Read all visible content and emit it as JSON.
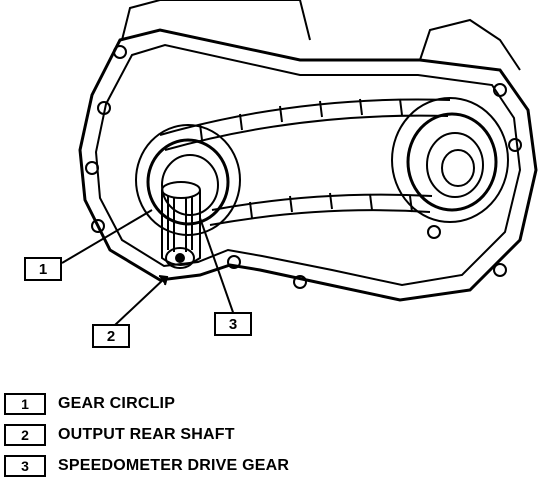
{
  "callouts": [
    {
      "id": "1"
    },
    {
      "id": "2"
    },
    {
      "id": "3"
    }
  ],
  "legend": [
    {
      "num": "1",
      "label": "GEAR CIRCLIP"
    },
    {
      "num": "2",
      "label": "OUTPUT REAR SHAFT"
    },
    {
      "num": "3",
      "label": "SPEEDOMETER DRIVE GEAR"
    }
  ]
}
